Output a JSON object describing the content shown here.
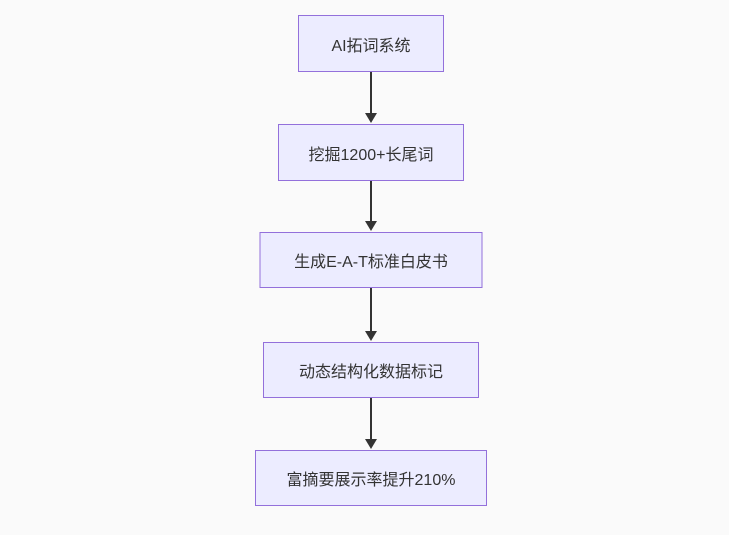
{
  "diagram": {
    "type": "flowchart",
    "direction": "top-down",
    "nodes": [
      {
        "id": "step-1",
        "label": "AI拓词系统"
      },
      {
        "id": "step-2",
        "label": "挖掘1200+长尾词"
      },
      {
        "id": "step-3",
        "label": "生成E-A-T标准白皮书"
      },
      {
        "id": "step-4",
        "label": "动态结构化数据标记"
      },
      {
        "id": "step-5",
        "label": "富摘要展示率提升210%"
      }
    ],
    "edges": [
      {
        "from": "step-1",
        "to": "step-2"
      },
      {
        "from": "step-2",
        "to": "step-3"
      },
      {
        "from": "step-3",
        "to": "step-4"
      },
      {
        "from": "step-4",
        "to": "step-5"
      }
    ],
    "colors": {
      "node_fill": "#ECECFF",
      "node_border": "#9370DB",
      "arrow": "#333333",
      "text": "#333333",
      "background": "#FAFAFA"
    }
  }
}
